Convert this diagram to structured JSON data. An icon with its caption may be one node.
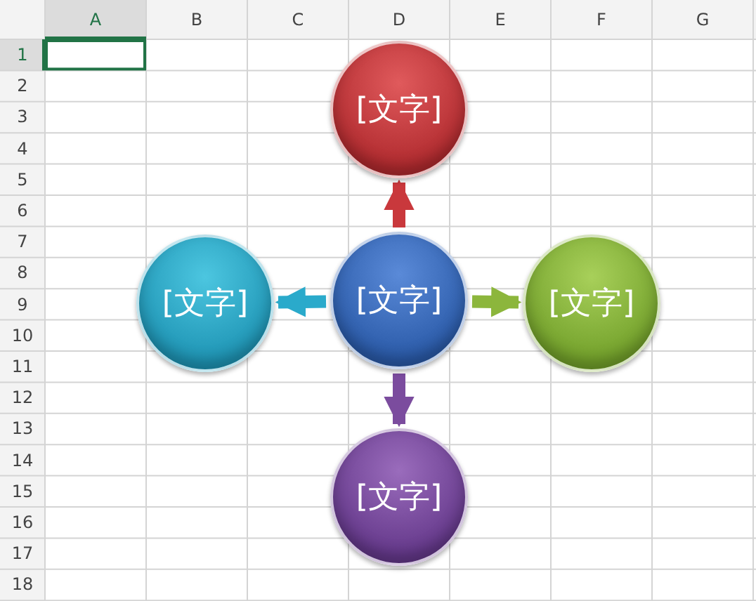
{
  "diagram": {
    "nodes": [
      {
        "text": [
          "[文字]"
        ]
      },
      {
        "text": [
          "[文字]"
        ]
      },
      {
        "text": [
          "[文字]"
        ]
      },
      {
        "text": [
          "[文字]"
        ]
      },
      {
        "text": [
          "[文字]"
        ]
      }
    ],
    "edges": [
      {
        "from": 2,
        "to": 0,
        "arrow": "to",
        "color": "#c9383c"
      },
      {
        "from": 2,
        "to": 1,
        "arrow": "to",
        "color": "#2aaacb"
      },
      {
        "from": 2,
        "to": 3,
        "arrow": "to",
        "color": "#8cb63c"
      },
      {
        "from": 2,
        "to": 4,
        "arrow": "to",
        "color": "#7b4c9e"
      }
    ],
    "labels": [
      "A",
      "B",
      "C",
      "D",
      "E",
      "F",
      "G",
      "1",
      "2",
      "3",
      "4",
      "5",
      "6",
      "7",
      "8",
      "9",
      "10",
      "11",
      "12",
      "13",
      "14",
      "15",
      "16",
      "17",
      "18"
    ]
  }
}
